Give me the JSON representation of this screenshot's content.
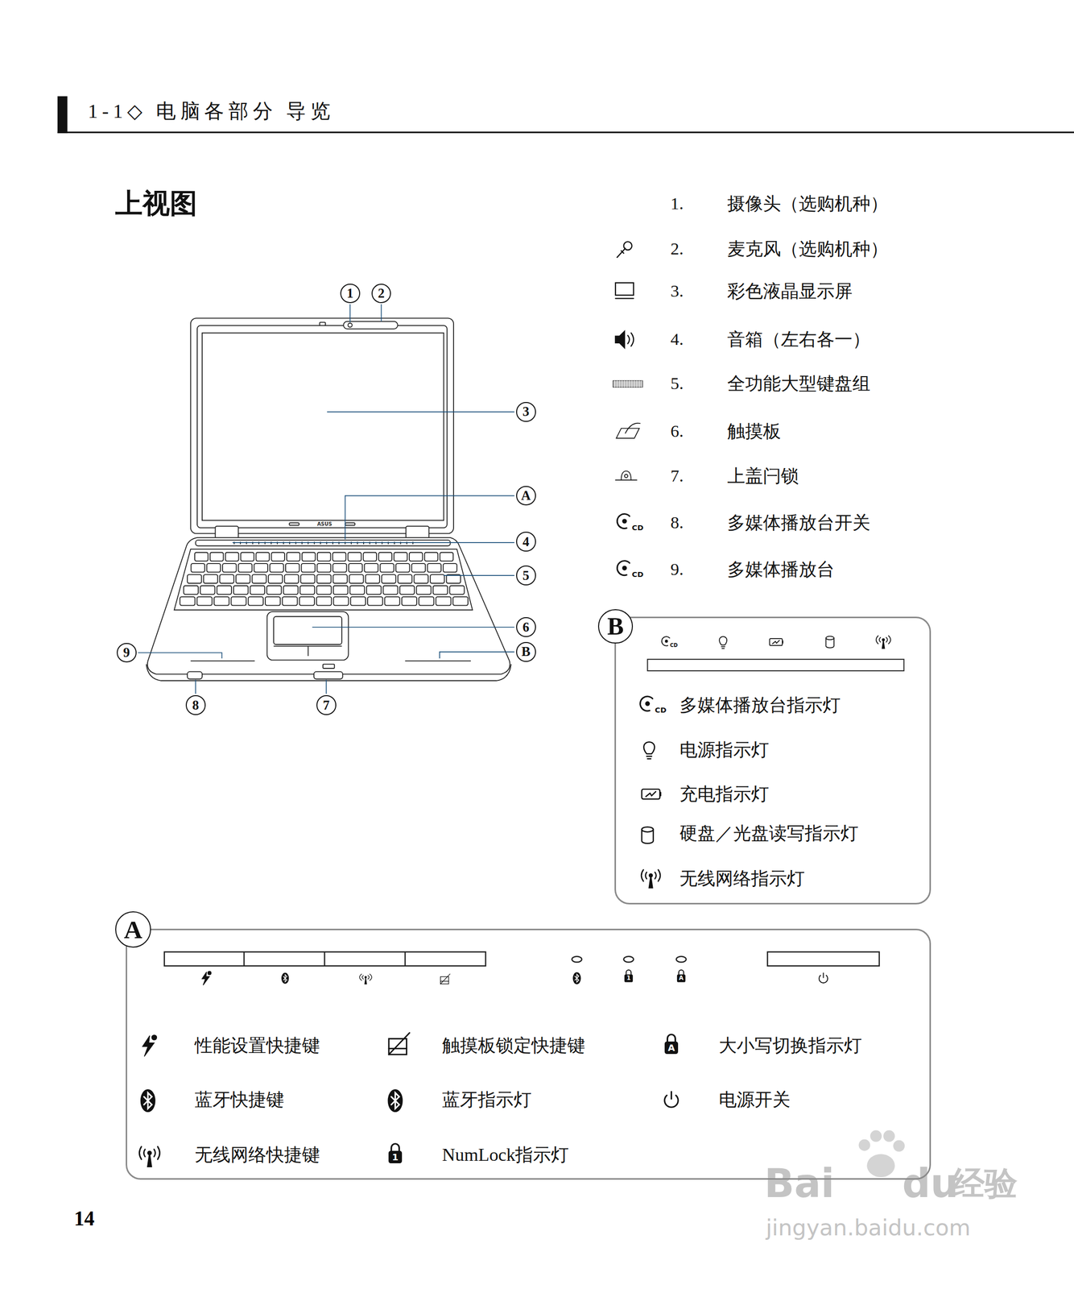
{
  "diagram": {
    "title": "上视图",
    "nodes": [
      {
        "text": [
          "1"
        ]
      },
      {
        "text": [
          "2"
        ]
      },
      {
        "text": [
          "3"
        ]
      },
      {
        "text": [
          "A"
        ]
      },
      {
        "text": [
          "4"
        ]
      },
      {
        "text": [
          "5"
        ]
      },
      {
        "text": [
          "6"
        ]
      },
      {
        "text": [
          "9"
        ]
      },
      {
        "text": [
          "B"
        ]
      },
      {
        "text": [
          "8"
        ]
      },
      {
        "text": [
          "7"
        ]
      },
      {
        "text": [
          "多媒体播放台指示灯",
          "电源指示灯",
          "充电指示灯",
          "硬盘／光盘读写指示灯",
          "无线网络指示灯"
        ]
      },
      {
        "text": [
          "B"
        ],
        "in": 11
      },
      {
        "text": [
          "性能设置快捷键",
          "触摸板锁定快捷键",
          "大小写切换指示灯",
          "蓝牙快捷键",
          "蓝牙指示灯",
          "电源开关",
          "无线网络快捷键",
          "NumLock指示灯"
        ]
      },
      {
        "text": [
          "A"
        ],
        "in": 13
      }
    ],
    "labels": [
      "1-1◇ 电脑各部分 导览",
      "1.",
      "摄像头（选购机种）",
      "2.",
      "麦克风（选购机种）",
      "3.",
      "彩色液晶显示屏",
      "4.",
      "音箱（左右各一）",
      "5.",
      "全功能大型键盘组",
      "6.",
      "触摸板",
      "7.",
      "上盖闩锁",
      "8.",
      "多媒体播放台开关",
      "9.",
      "多媒体播放台",
      "ASUS",
      "CD",
      "CD",
      "CD",
      "CD",
      "1",
      "A",
      "A",
      "1",
      "14",
      "Bai",
      "du",
      "经验",
      "jingyan.baidu.com"
    ]
  }
}
